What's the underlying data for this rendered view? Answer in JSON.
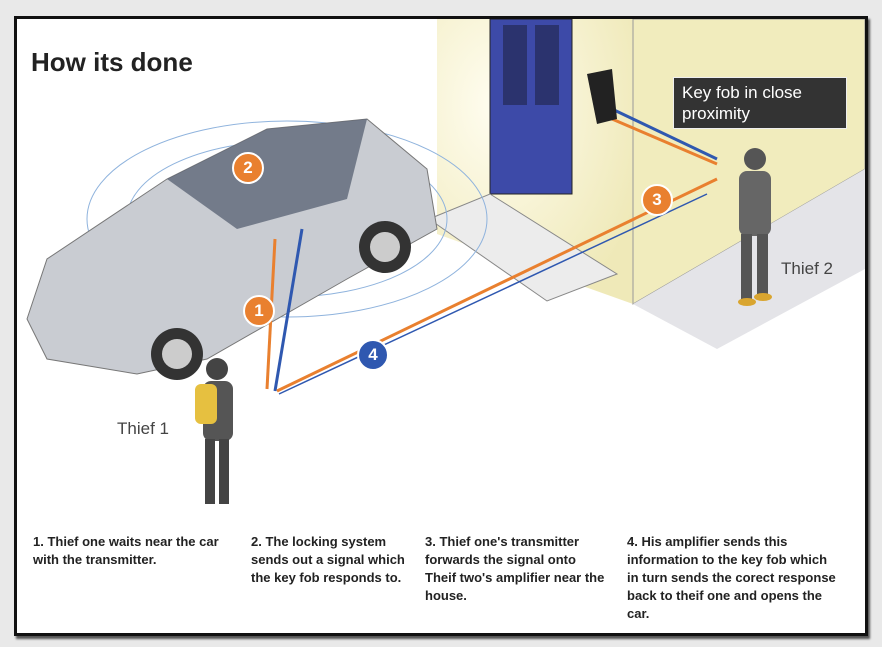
{
  "title": "How its done",
  "callout": "Key fob in close proximity",
  "thief1_label": "Thief 1",
  "thief2_label": "Thief 2",
  "badges": [
    {
      "label": "1",
      "color": "#e9802f"
    },
    {
      "label": "2",
      "color": "#e9802f"
    },
    {
      "label": "3",
      "color": "#e9802f"
    },
    {
      "label": "4",
      "color": "#2f58b0"
    }
  ],
  "captions": [
    "1. Thief one waits near the car with the transmitter.",
    "2. The locking system sends out a signal which the key fob responds to.",
    "3. Thief one's transmitter forwards the signal onto Theif two's amplifier near the house.",
    "4. His amplifier sends this information to the key fob which in turn sends the corect response back to theif one and opens the car."
  ],
  "colors": {
    "orange": "#e9802f",
    "blue": "#2f58b0",
    "wall": "#f3efc4",
    "door": "#3d4aa8"
  }
}
